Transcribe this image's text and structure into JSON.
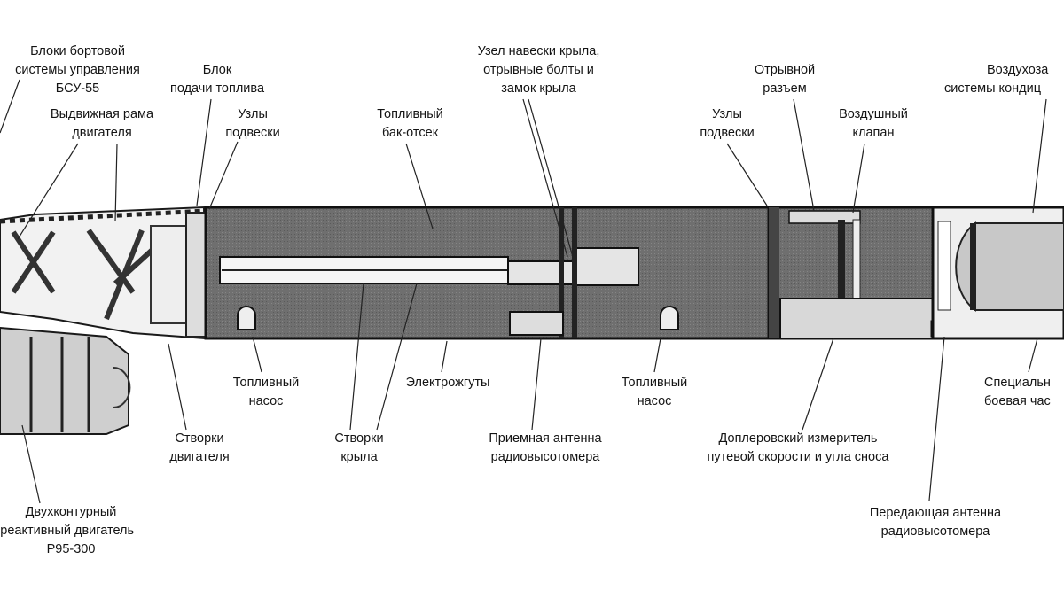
{
  "diagram": {
    "title": "Cruise missile cutaway (side view)",
    "labels": [
      {
        "id": "bsu-blocks",
        "lines": [
          "Блоки бортовой",
          "системы управления",
          "БСУ-55"
        ]
      },
      {
        "id": "fuel-feed-block",
        "lines": [
          "Блок",
          "подачи топлива"
        ]
      },
      {
        "id": "engine-frame",
        "lines": [
          "Выдвижная рама",
          "двигателя"
        ]
      },
      {
        "id": "suspension-nodes-front",
        "lines": [
          "Узлы",
          "подвески"
        ]
      },
      {
        "id": "fuel-tank",
        "lines": [
          "Топливный",
          "бак-отсек"
        ]
      },
      {
        "id": "wing-mount",
        "lines": [
          "Узел навески крыла,",
          "отрывные болты и",
          "замок крыла"
        ]
      },
      {
        "id": "suspension-nodes-rear",
        "lines": [
          "Узлы",
          "подвески"
        ]
      },
      {
        "id": "breakaway-connector",
        "lines": [
          "Отрывной",
          "разъем"
        ]
      },
      {
        "id": "air-valve",
        "lines": [
          "Воздушный",
          "клапан"
        ]
      },
      {
        "id": "air-intake",
        "lines": [
          "Воздухоза",
          "системы кондиц"
        ]
      },
      {
        "id": "fuel-pump-front",
        "lines": [
          "Топливный",
          "насос"
        ]
      },
      {
        "id": "wiring-harness",
        "lines": [
          "Электрожгуты"
        ]
      },
      {
        "id": "fuel-pump-rear",
        "lines": [
          "Топливный",
          "насос"
        ]
      },
      {
        "id": "warhead",
        "lines": [
          "Специальн",
          "боевая час"
        ]
      },
      {
        "id": "engine-doors",
        "lines": [
          "Створки",
          "двигателя"
        ]
      },
      {
        "id": "wing-doors",
        "lines": [
          "Створки",
          "крыла"
        ]
      },
      {
        "id": "rx-antenna",
        "lines": [
          "Приемная антенна",
          "радиовысотомера"
        ]
      },
      {
        "id": "doppler",
        "lines": [
          "Доплеровский измеритель",
          "путевой скорости и угла сноса"
        ]
      },
      {
        "id": "engine",
        "lines": [
          "Двухконтурный",
          "бореактивный двигатель",
          "Р95-300"
        ]
      },
      {
        "id": "tx-antenna",
        "lines": [
          "Передающая антенна",
          "радиовысотомера"
        ]
      }
    ]
  },
  "colors": {
    "background": "#ffffff",
    "tank_fill": "#6e6e6e",
    "line": "#1a1a1a",
    "light_fill": "#cfcfcf"
  }
}
